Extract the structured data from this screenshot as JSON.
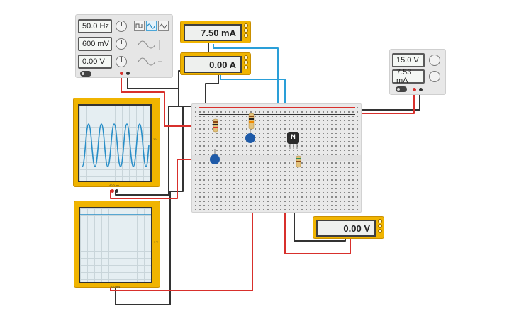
{
  "function_generator": {
    "frequency": "50.0 Hz",
    "amplitude": "600 mV",
    "offset": "0.00 V",
    "waveforms": [
      "square",
      "sine",
      "triangle"
    ],
    "selected_waveform": "sine"
  },
  "ammeter_top": {
    "reading": "7.50 mA"
  },
  "ammeter_second": {
    "reading": "0.00 A"
  },
  "power_supply": {
    "voltage": "15.0 V",
    "current": "7.53 mA"
  },
  "voltmeter": {
    "reading": "0.00 V"
  },
  "oscilloscope_top": {
    "timebase": "40.0 ms",
    "scale": "1 V"
  },
  "oscilloscope_bottom": {
    "timebase": "10.0 ms",
    "scale": "1 V"
  },
  "transistor": {
    "label": "N"
  },
  "colors": {
    "meter_yellow": "#f0b400",
    "wire_red": "#d8302c",
    "wire_black": "#333333",
    "wire_blue": "#2a9fd8"
  }
}
